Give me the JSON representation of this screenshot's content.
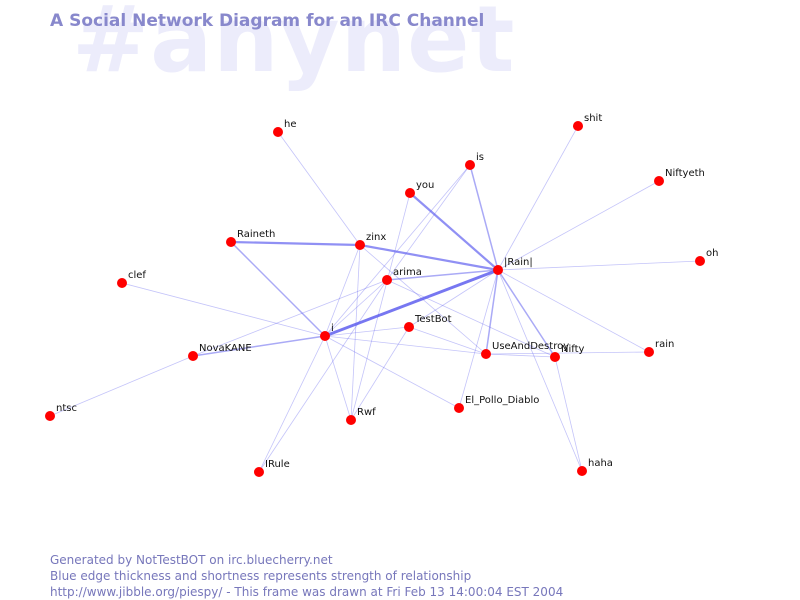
{
  "watermark": "#anynet",
  "title": "A Social Network Diagram for an IRC Channel",
  "footer": {
    "line1": "Generated by NotTestBOT on irc.bluecherry.net",
    "line2": "Blue edge thickness and shortness represents strength of relationship",
    "line3": "http://www.jibble.org/piespy/ - This frame was drawn at Fri Feb 13 14:00:04 EST 2004"
  },
  "colors": {
    "node": "#ff0000",
    "edge": "#5555ee",
    "title": "#8888cc",
    "watermark": "#ececfb"
  },
  "nodes": [
    {
      "id": "he",
      "label": "he"
    },
    {
      "id": "shit",
      "label": "shit"
    },
    {
      "id": "is",
      "label": "is"
    },
    {
      "id": "Niftyeth",
      "label": "Niftyeth"
    },
    {
      "id": "you",
      "label": "you"
    },
    {
      "id": "zinx",
      "label": "zinx"
    },
    {
      "id": "Raineth",
      "label": "Raineth"
    },
    {
      "id": "Rain",
      "label": "|Rain|"
    },
    {
      "id": "oh",
      "label": "oh"
    },
    {
      "id": "clef",
      "label": "clef"
    },
    {
      "id": "arima",
      "label": "arima"
    },
    {
      "id": "TestBot",
      "label": "TestBot"
    },
    {
      "id": "i",
      "label": "i"
    },
    {
      "id": "NovaKANE",
      "label": "NovaKANE"
    },
    {
      "id": "UseAndDestroy",
      "label": "UseAndDestroy"
    },
    {
      "id": "Nifty",
      "label": "Nifty"
    },
    {
      "id": "rain",
      "label": "rain"
    },
    {
      "id": "El_Pollo_Diablo",
      "label": "El_Pollo_Diablo"
    },
    {
      "id": "Rwf",
      "label": "Rwf"
    },
    {
      "id": "ntsc",
      "label": "ntsc"
    },
    {
      "id": "IRule",
      "label": "IRule"
    },
    {
      "id": "haha",
      "label": "haha"
    }
  ],
  "edges": [
    {
      "from": "he",
      "to": "zinx",
      "strength": 1
    },
    {
      "from": "shit",
      "to": "Rain",
      "strength": 1
    },
    {
      "from": "Niftyeth",
      "to": "Rain",
      "strength": 1
    },
    {
      "from": "oh",
      "to": "Rain",
      "strength": 1
    },
    {
      "from": "is",
      "to": "Rain",
      "strength": 2
    },
    {
      "from": "is",
      "to": "arima",
      "strength": 1
    },
    {
      "from": "is",
      "to": "i",
      "strength": 1
    },
    {
      "from": "you",
      "to": "Rain",
      "strength": 3
    },
    {
      "from": "you",
      "to": "Rwf",
      "strength": 1
    },
    {
      "from": "Raineth",
      "to": "zinx",
      "strength": 3
    },
    {
      "from": "Raineth",
      "to": "i",
      "strength": 2
    },
    {
      "from": "zinx",
      "to": "Rain",
      "strength": 3
    },
    {
      "from": "zinx",
      "to": "i",
      "strength": 1
    },
    {
      "from": "zinx",
      "to": "Rwf",
      "strength": 1
    },
    {
      "from": "zinx",
      "to": "UseAndDestroy",
      "strength": 1
    },
    {
      "from": "Rain",
      "to": "i",
      "strength": 4
    },
    {
      "from": "Rain",
      "to": "arima",
      "strength": 2
    },
    {
      "from": "Rain",
      "to": "TestBot",
      "strength": 1
    },
    {
      "from": "Rain",
      "to": "UseAndDestroy",
      "strength": 2
    },
    {
      "from": "Rain",
      "to": "Nifty",
      "strength": 2
    },
    {
      "from": "Rain",
      "to": "El_Pollo_Diablo",
      "strength": 1
    },
    {
      "from": "Rain",
      "to": "rain",
      "strength": 1
    },
    {
      "from": "Rain",
      "to": "haha",
      "strength": 1
    },
    {
      "from": "clef",
      "to": "i",
      "strength": 1
    },
    {
      "from": "arima",
      "to": "NovaKANE",
      "strength": 1
    },
    {
      "from": "arima",
      "to": "Nifty",
      "strength": 1
    },
    {
      "from": "arima",
      "to": "IRule",
      "strength": 1
    },
    {
      "from": "arima",
      "to": "i",
      "strength": 1
    },
    {
      "from": "TestBot",
      "to": "i",
      "strength": 1
    },
    {
      "from": "TestBot",
      "to": "Rwf",
      "strength": 1
    },
    {
      "from": "TestBot",
      "to": "UseAndDestroy",
      "strength": 1
    },
    {
      "from": "i",
      "to": "NovaKANE",
      "strength": 2
    },
    {
      "from": "i",
      "to": "UseAndDestroy",
      "strength": 1
    },
    {
      "from": "i",
      "to": "El_Pollo_Diablo",
      "strength": 1
    },
    {
      "from": "i",
      "to": "Rwf",
      "strength": 1
    },
    {
      "from": "i",
      "to": "IRule",
      "strength": 1
    },
    {
      "from": "NovaKANE",
      "to": "ntsc",
      "strength": 1
    },
    {
      "from": "UseAndDestroy",
      "to": "Nifty",
      "strength": 1
    },
    {
      "from": "UseAndDestroy",
      "to": "rain",
      "strength": 1
    },
    {
      "from": "Nifty",
      "to": "haha",
      "strength": 1
    }
  ]
}
